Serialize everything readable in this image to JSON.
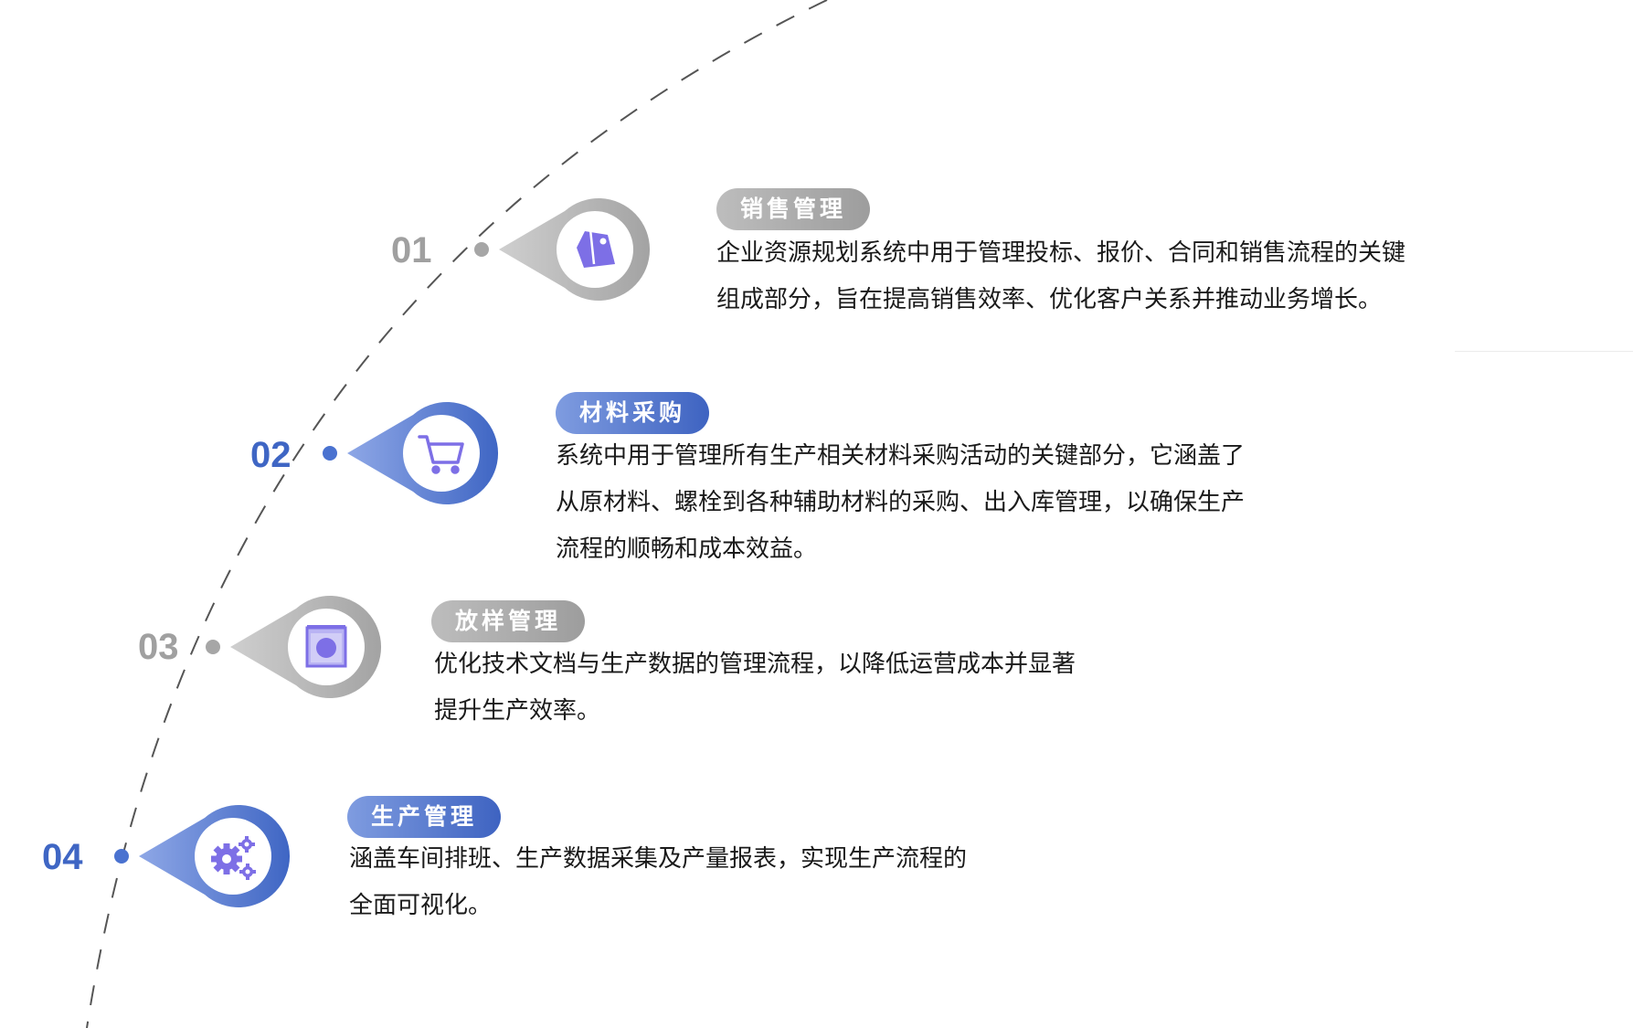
{
  "colors": {
    "blue": "#4a72d0",
    "blue_dark": "#3f66c4",
    "gray": "#a6a6a6",
    "gray_text": "#a0a0a0",
    "icon_violet": "#7d6fe6",
    "text": "#1a1a1a"
  },
  "items": [
    {
      "number": "01",
      "theme": "gray",
      "icon": "price-tag-icon",
      "title": "销售管理",
      "lines": [
        "企业资源规划系统中用于管理投标、报价、合同和销售流程的关键",
        "组成部分，旨在提高销售效率、优化客户关系并推动业务增长。"
      ]
    },
    {
      "number": "02",
      "theme": "blue",
      "icon": "shopping-cart-icon",
      "title": "材料采购",
      "lines": [
        "系统中用于管理所有生产相关材料采购活动的关键部分，它涵盖了",
        "从原材料、螺栓到各种辅助材料的采购、出入库管理，以确保生产",
        "流程的顺畅和成本效益。"
      ]
    },
    {
      "number": "03",
      "theme": "gray",
      "icon": "drawing-frame-icon",
      "title": "放样管理",
      "lines": [
        "优化技术文档与生产数据的管理流程，以降低运营成本并显著",
        "提升生产效率。"
      ]
    },
    {
      "number": "04",
      "theme": "blue",
      "icon": "gears-icon",
      "title": "生产管理",
      "lines": [
        "涵盖车间排班、生产数据采集及产量报表，实现生产流程的",
        "全面可视化。"
      ]
    }
  ]
}
